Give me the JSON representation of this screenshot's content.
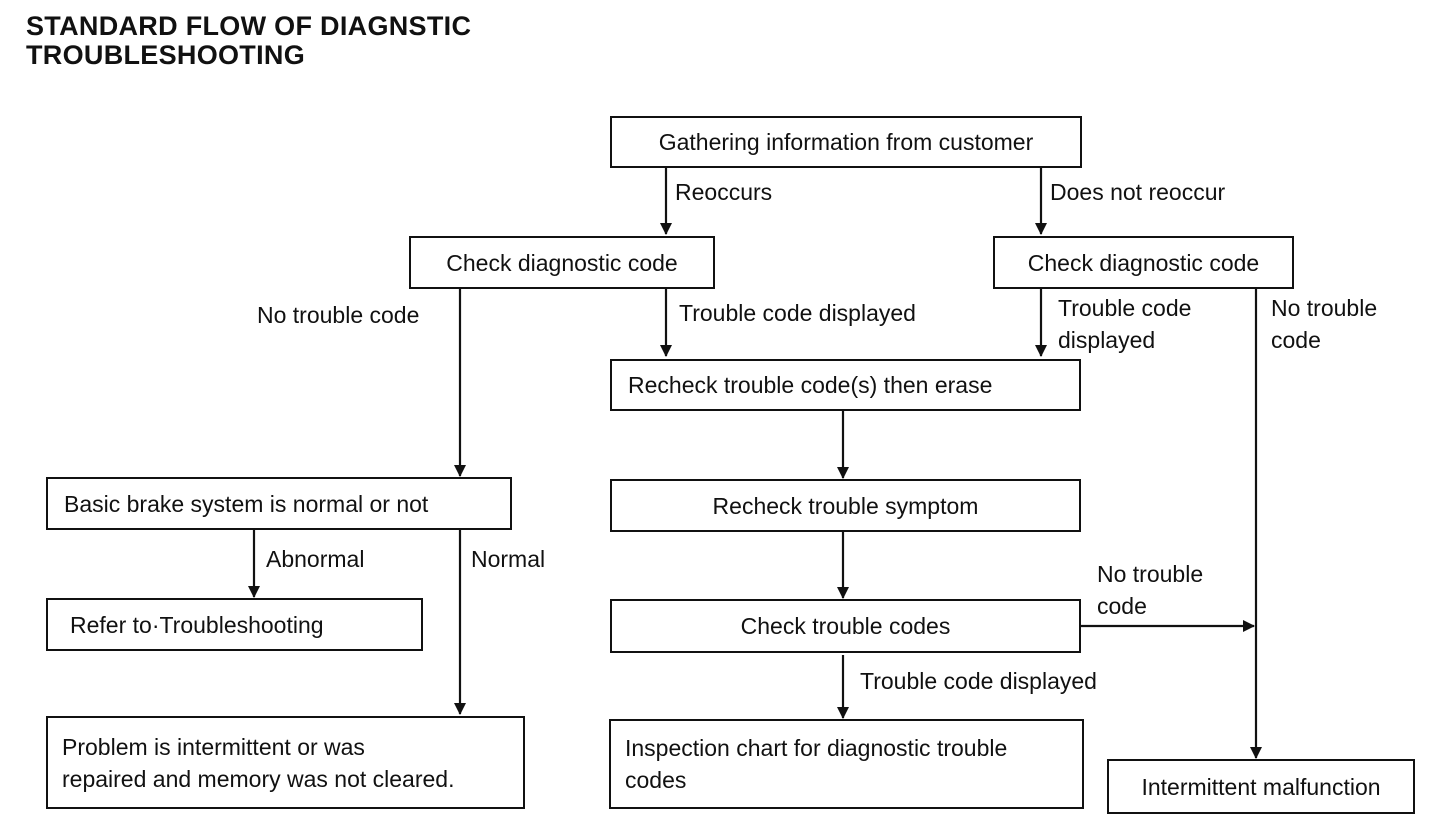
{
  "title": {
    "line1": "STANDARD FLOW OF DIAGNSTIC",
    "line2": "TROUBLESHOOTING"
  },
  "boxes": {
    "gather": "Gathering information from customer",
    "check_left": "Check diagnostic code",
    "check_right": "Check diagnostic code",
    "recheck_erase": "Recheck trouble code(s) then erase",
    "recheck_symptom": "Recheck trouble symptom",
    "check_codes": "Check trouble codes",
    "basic_brake": "Basic brake system is normal or not",
    "refer": "Refer to·Troubleshooting",
    "problem_line1": "Problem is intermittent or was",
    "problem_line2": "repaired and memory was not cleared.",
    "inspection_line1": "Inspection chart for diagnostic trouble",
    "inspection_line2": "codes",
    "intermittent": "Intermittent malfunction"
  },
  "labels": {
    "reoccurs": "Reoccurs",
    "does_not_reoccur": "Does not reoccur",
    "no_trouble_code_left": "No trouble code",
    "trouble_code_displayed_center": "Trouble code displayed",
    "trouble_code_displayed_right_1": "Trouble code",
    "trouble_code_displayed_right_2": "displayed",
    "no_trouble_code_right_1": "No trouble",
    "no_trouble_code_right_2": "code",
    "abnormal": "Abnormal",
    "normal": "Normal",
    "no_trouble_code_mid_1": "No trouble",
    "no_trouble_code_mid_2": "code",
    "trouble_code_displayed_bottom": "Trouble code displayed"
  }
}
